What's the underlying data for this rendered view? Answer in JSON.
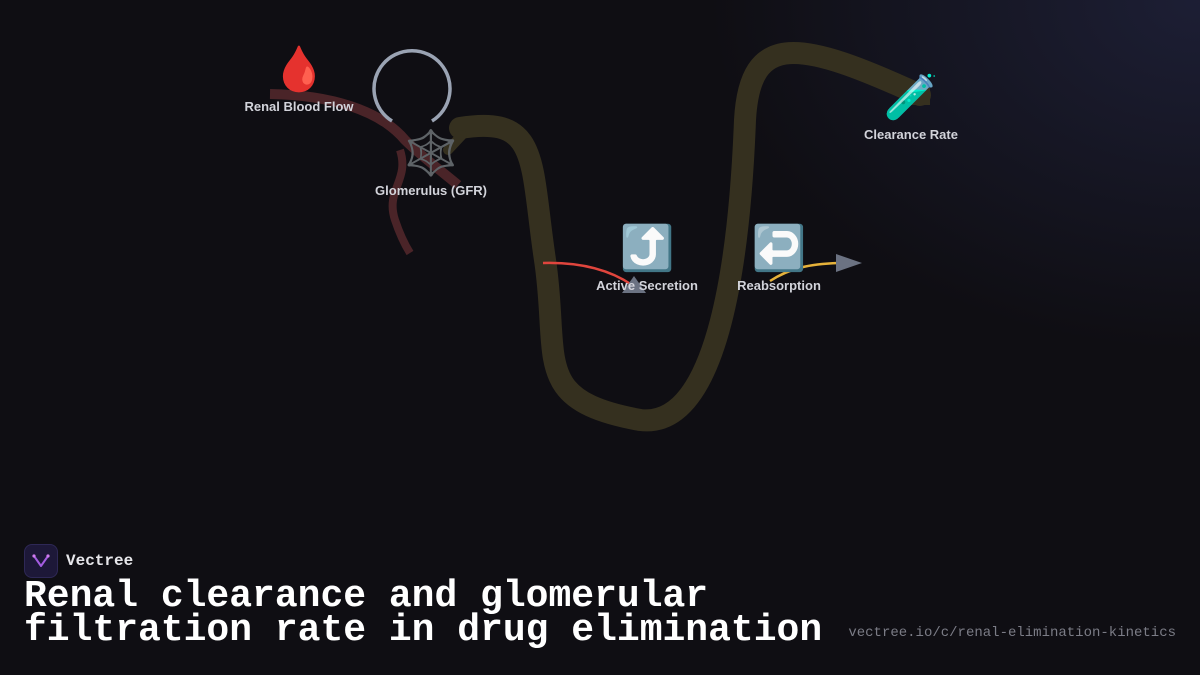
{
  "brand": {
    "name": "Vectree"
  },
  "title": "Renal clearance and glomerular filtration rate in drug elimination",
  "url": "vectree.io/c/renal-elimination-kinetics",
  "nodes": [
    {
      "id": "renal-blood-flow",
      "label": "Renal Blood Flow",
      "icon": "blood-drop-icon",
      "glyph": "🩸"
    },
    {
      "id": "glomerulus",
      "label": "Glomerulus (GFR)",
      "icon": "web-icon",
      "glyph": "🕸️"
    },
    {
      "id": "active-secretion",
      "label": "Active Secretion",
      "icon": "arrow-up-right-icon",
      "glyph": "⤴️"
    },
    {
      "id": "reabsorption",
      "label": "Reabsorption",
      "icon": "arrow-return-left-icon",
      "glyph": "↩️"
    },
    {
      "id": "clearance-rate",
      "label": "Clearance Rate",
      "icon": "test-tube-icon",
      "glyph": "🧪"
    }
  ],
  "colors": {
    "background": "#0f0e13",
    "tubule": "#35301f",
    "blood_vessel": "#4a2428",
    "loop": "#9aa3b3",
    "secretion_arrow": "#e0453d",
    "reabsorption_arrow": "#e6b23a",
    "arrowhead": "#6b7282"
  }
}
